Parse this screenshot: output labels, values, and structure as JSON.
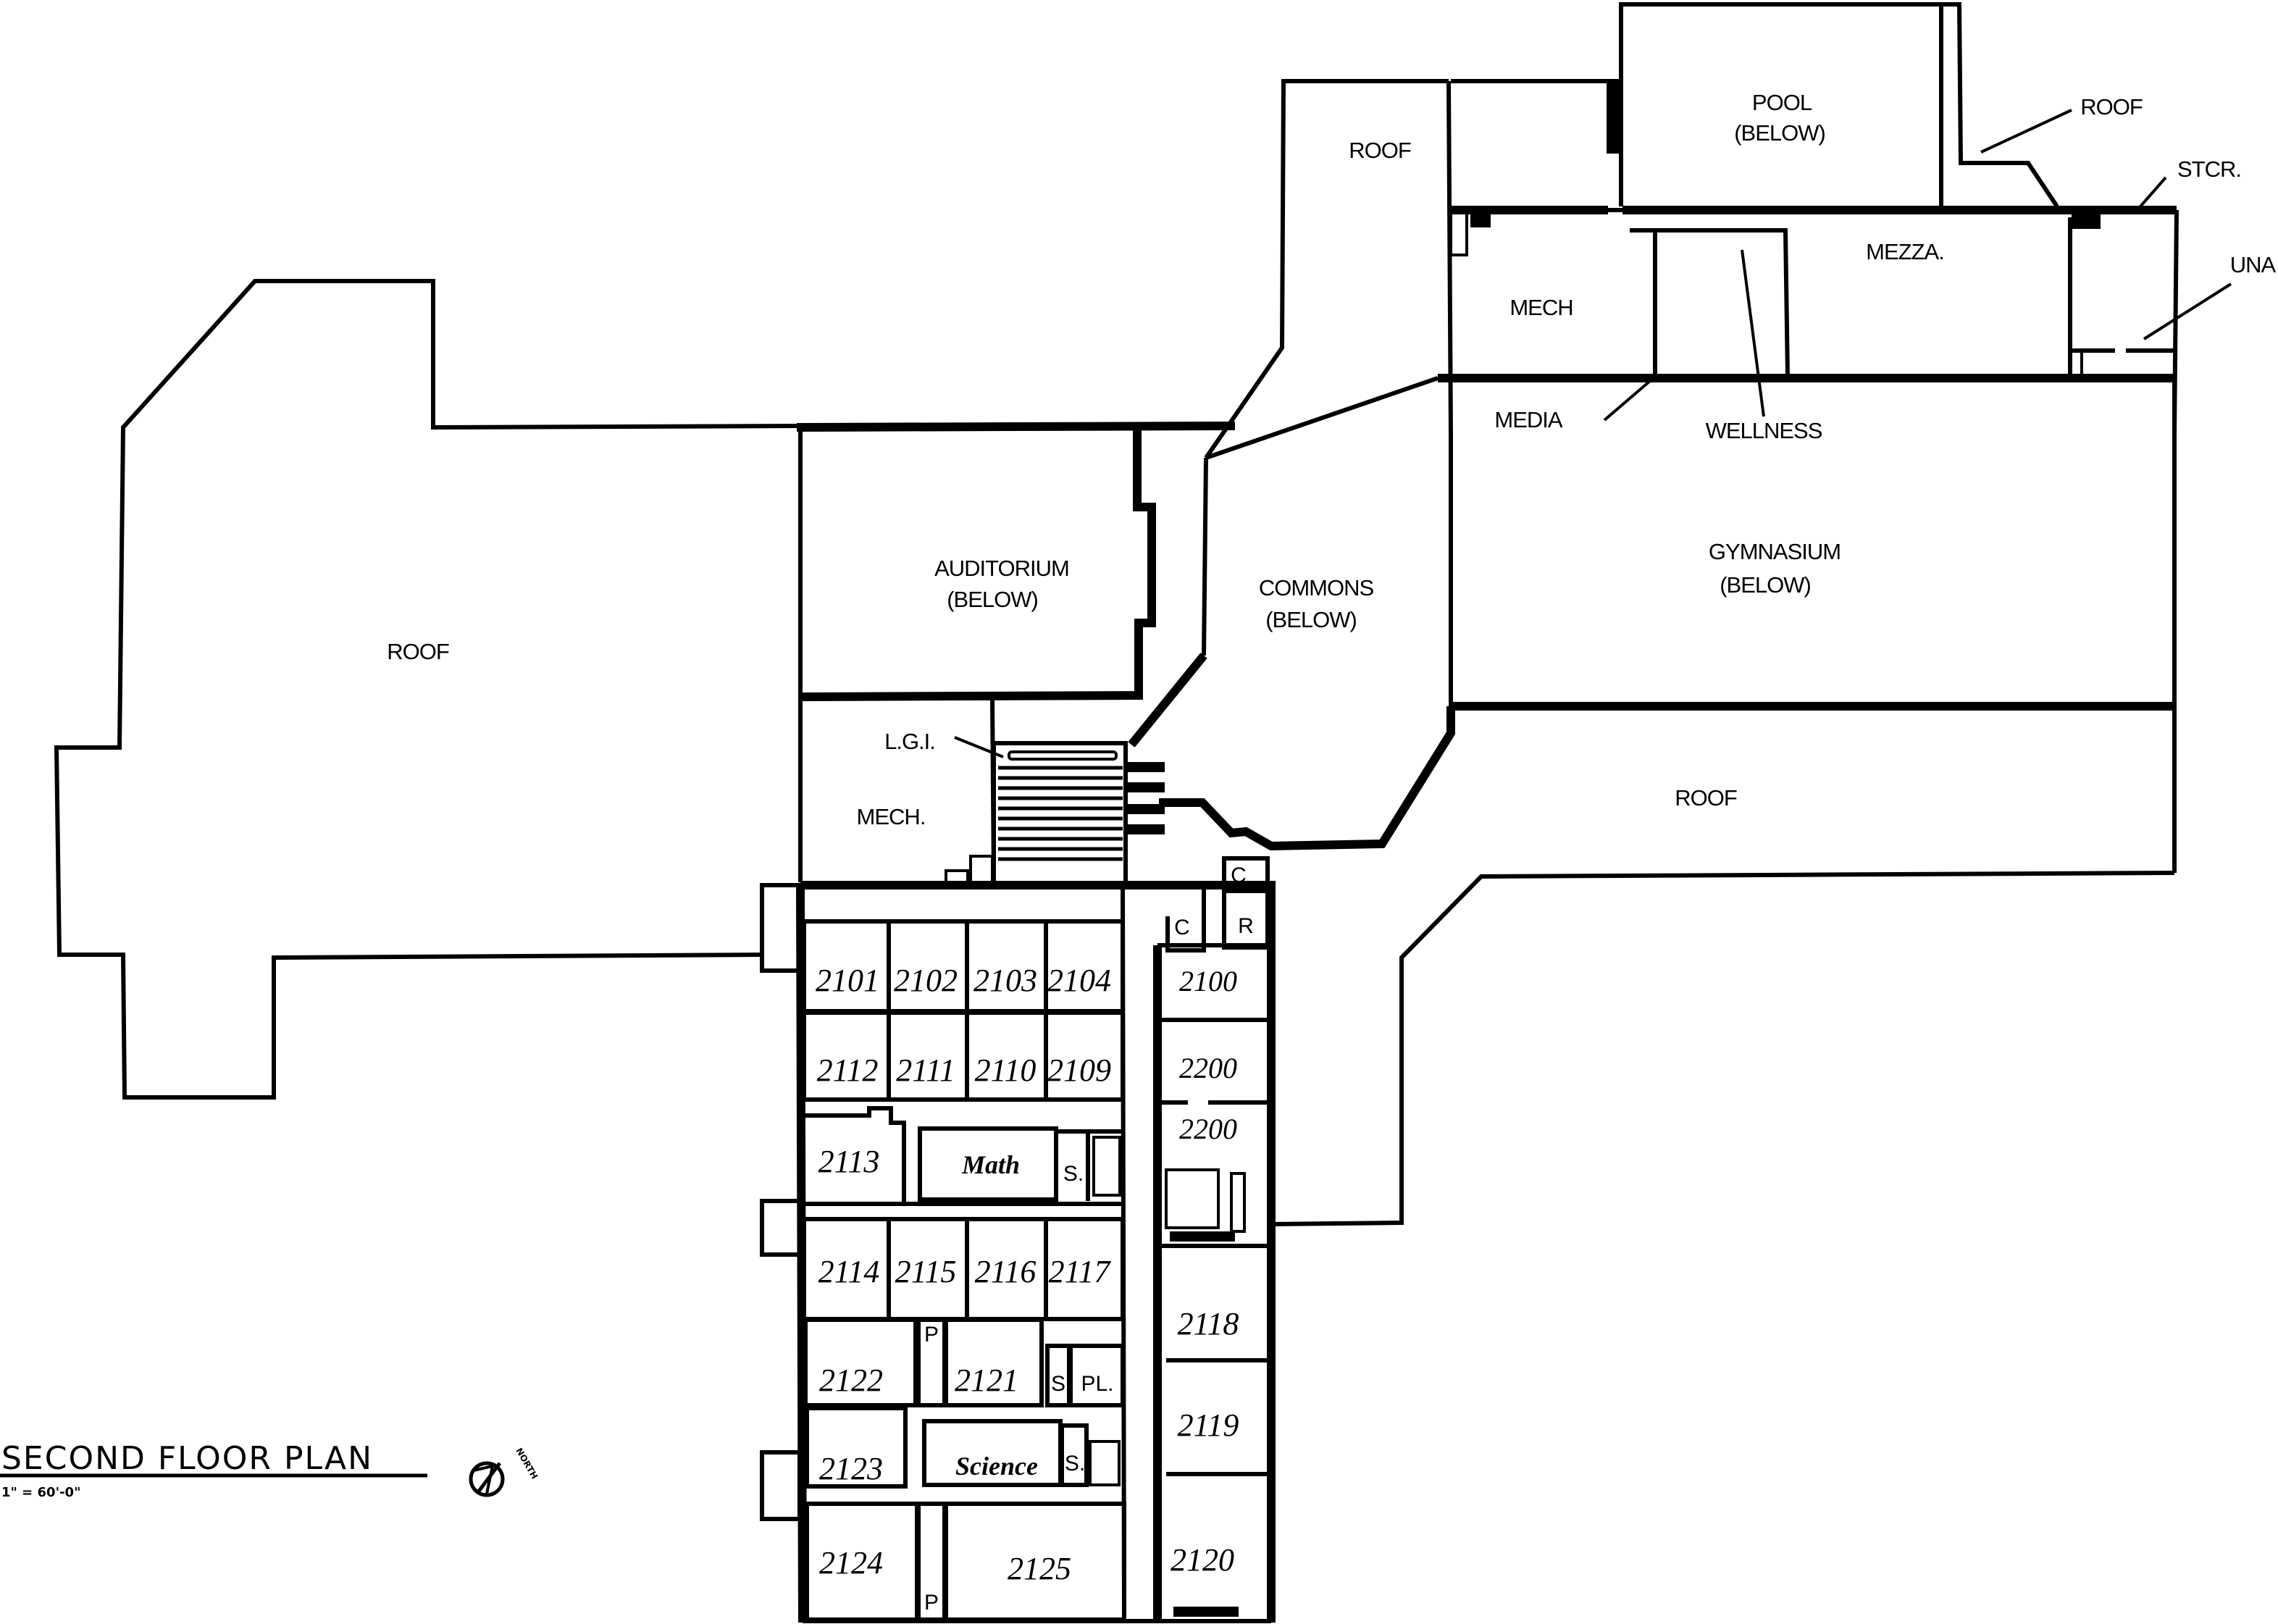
{
  "plan": {
    "title": "SECOND FLOOR PLAN",
    "scale": "1\" = 60'-0\"",
    "north_label": "NORTH"
  },
  "areas": {
    "roof_west": "ROOF",
    "roof_north": "ROOF",
    "roof_northeast": "ROOF",
    "roof_southeast": "ROOF",
    "pool": "POOL",
    "pool_sub": "(BELOW)",
    "auditorium": "AUDITORIUM",
    "auditorium_sub": "(BELOW)",
    "commons": "COMMONS",
    "commons_sub": "(BELOW)",
    "gymnasium": "GYMNASIUM",
    "gymnasium_sub": "(BELOW)",
    "mech_north": "MECH",
    "mech_west": "MECH.",
    "mezzanine": "MEZZA.",
    "media": "MEDIA",
    "wellness": "WELLNESS",
    "stair": "STCR.",
    "una": "UNA",
    "lgi": "L.G.I."
  },
  "service_rooms": {
    "c_upper": "C",
    "c_lower": "C",
    "r": "R",
    "p_upper": "P",
    "p_lower": "P",
    "s_math": "S.",
    "s_mid": "S",
    "pl": "PL.",
    "s_science": "S."
  },
  "departments": {
    "math": "Math",
    "science": "Science"
  },
  "classrooms": {
    "r2101": "2101",
    "r2102": "2102",
    "r2103": "2103",
    "r2104": "2104",
    "r2112": "2112",
    "r2111": "2111",
    "r2110": "2110",
    "r2109": "2109",
    "r2113": "2113",
    "r2114": "2114",
    "r2115": "2115",
    "r2116": "2116",
    "r2117": "2117",
    "r2122": "2122",
    "r2121": "2121",
    "r2123": "2123",
    "r2124": "2124",
    "r2125": "2125",
    "r2100": "2100",
    "r2200a": "2200",
    "r2200b": "2200",
    "r2118": "2118",
    "r2119": "2119",
    "r2120": "2120"
  }
}
